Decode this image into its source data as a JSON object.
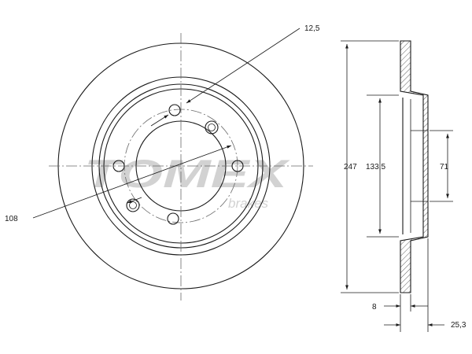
{
  "watermark": {
    "brand": "TOMEX",
    "sub": "brakes"
  },
  "dimensions": {
    "bolt_hole": "12,5",
    "pcd": "108",
    "outer_diameter": "247",
    "hat_diameter": "133,5",
    "center_bore": "71",
    "disc_thickness": "8",
    "overall_height": "25,3"
  }
}
